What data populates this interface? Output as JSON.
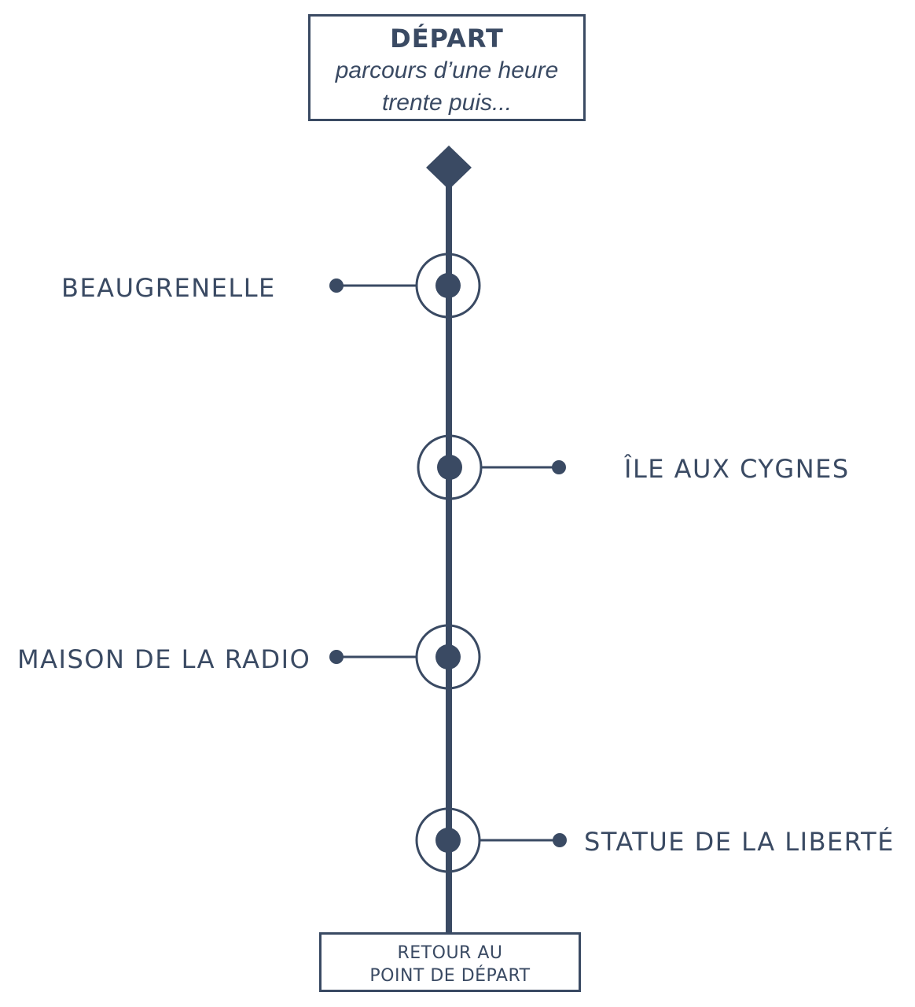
{
  "start": {
    "title": "DÉPART",
    "subtitle": "parcours d’une heure trente puis..."
  },
  "stops": [
    {
      "label": "BEAUGRENELLE",
      "side": "left"
    },
    {
      "label": "ÎLE AUX CYGNES",
      "side": "right"
    },
    {
      "label": "MAISON DE LA RADIO",
      "side": "left"
    },
    {
      "label": "STATUE DE LA LIBERTÉ",
      "side": "right"
    }
  ],
  "end": {
    "line1": "RETOUR AU",
    "line2": "POINT DE DÉPART"
  },
  "colors": {
    "ink": "#3a4a63",
    "background": "#ffffff"
  }
}
